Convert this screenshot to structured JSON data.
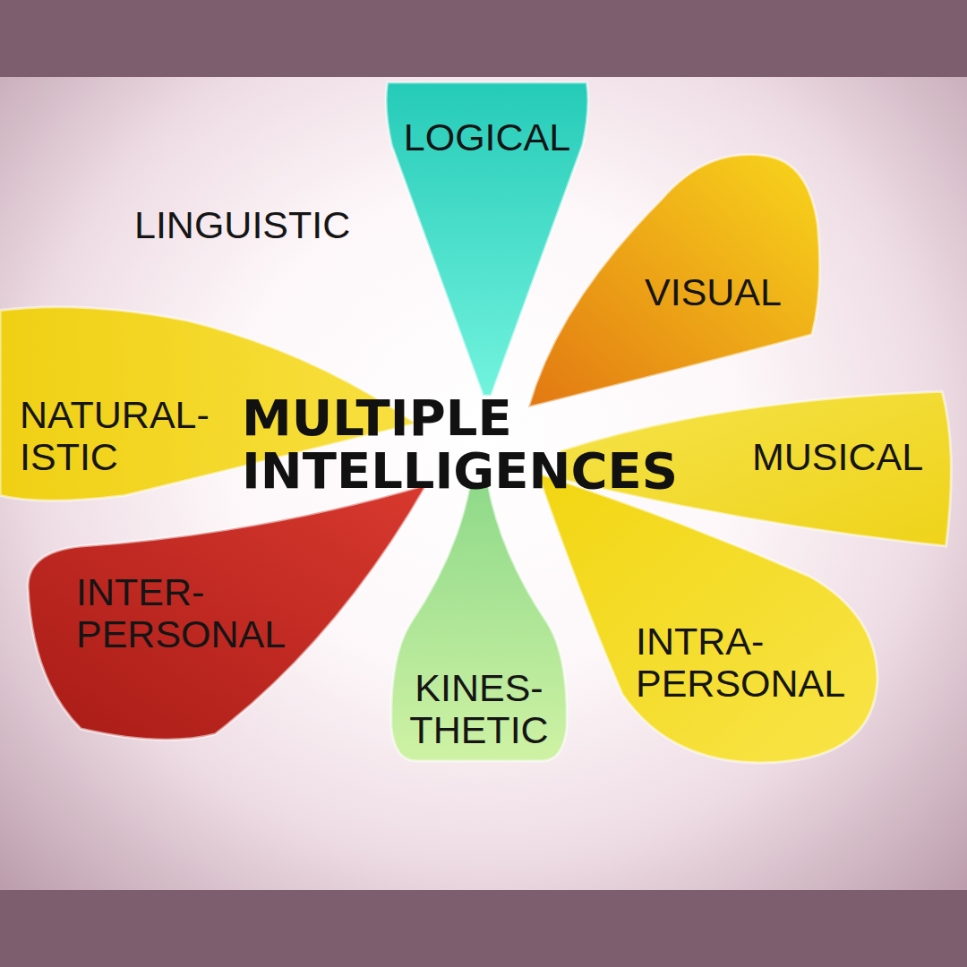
{
  "diagram": {
    "title": "MULTIPLE INTELLIGENCES",
    "nodes": [
      {
        "text": [
          "LOGICAL"
        ]
      },
      {
        "text": [
          "VISUAL"
        ]
      },
      {
        "text": [
          "NATURAL- ISTIC"
        ]
      },
      {
        "text": [
          "MUSICAL"
        ]
      },
      {
        "text": [
          "INTER- PERSONAL"
        ]
      },
      {
        "text": [
          "INTRA- PERSONAL"
        ]
      },
      {
        "text": [
          "KINES- THETIC"
        ]
      }
    ],
    "labels": [
      "LINGUISTIC"
    ]
  }
}
